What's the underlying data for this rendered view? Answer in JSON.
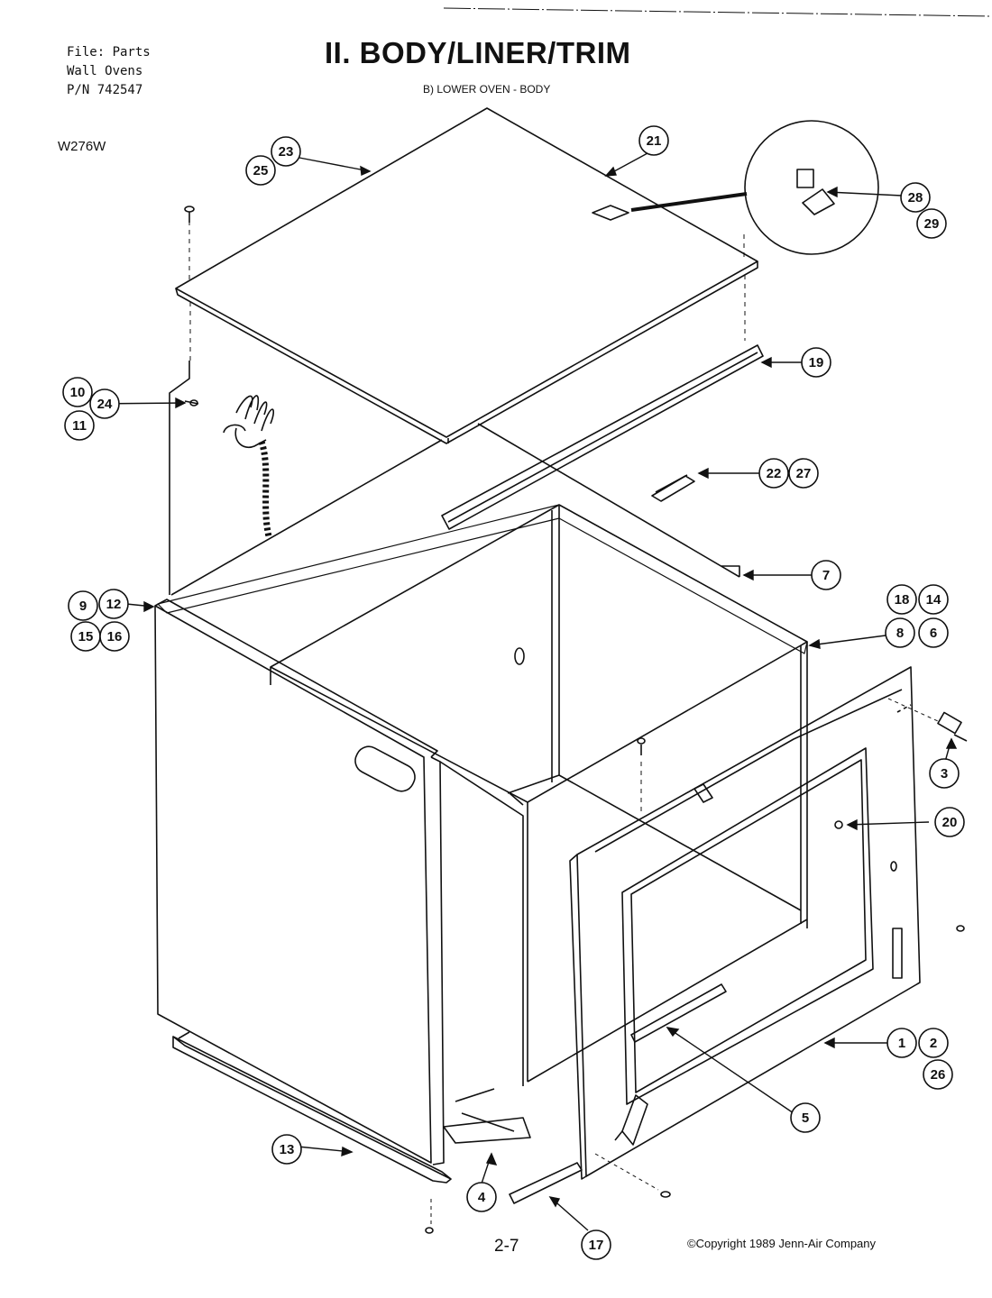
{
  "header": {
    "file_line1": "File: Parts",
    "file_line2": "Wall Ovens",
    "file_line3": "P/N 742547",
    "model": "W276W",
    "title": "II. BODY/LINER/TRIM",
    "subtitle": "B) LOWER OVEN - BODY"
  },
  "footer": {
    "page": "2-7",
    "copyright": "©Copyright 1989 Jenn-Air Company"
  },
  "callouts": [
    "1",
    "2",
    "3",
    "4",
    "5",
    "6",
    "7",
    "8",
    "9",
    "10",
    "11",
    "12",
    "13",
    "14",
    "15",
    "16",
    "17",
    "18",
    "19",
    "20",
    "21",
    "22",
    "23",
    "24",
    "25",
    "26",
    "27",
    "28",
    "29"
  ]
}
